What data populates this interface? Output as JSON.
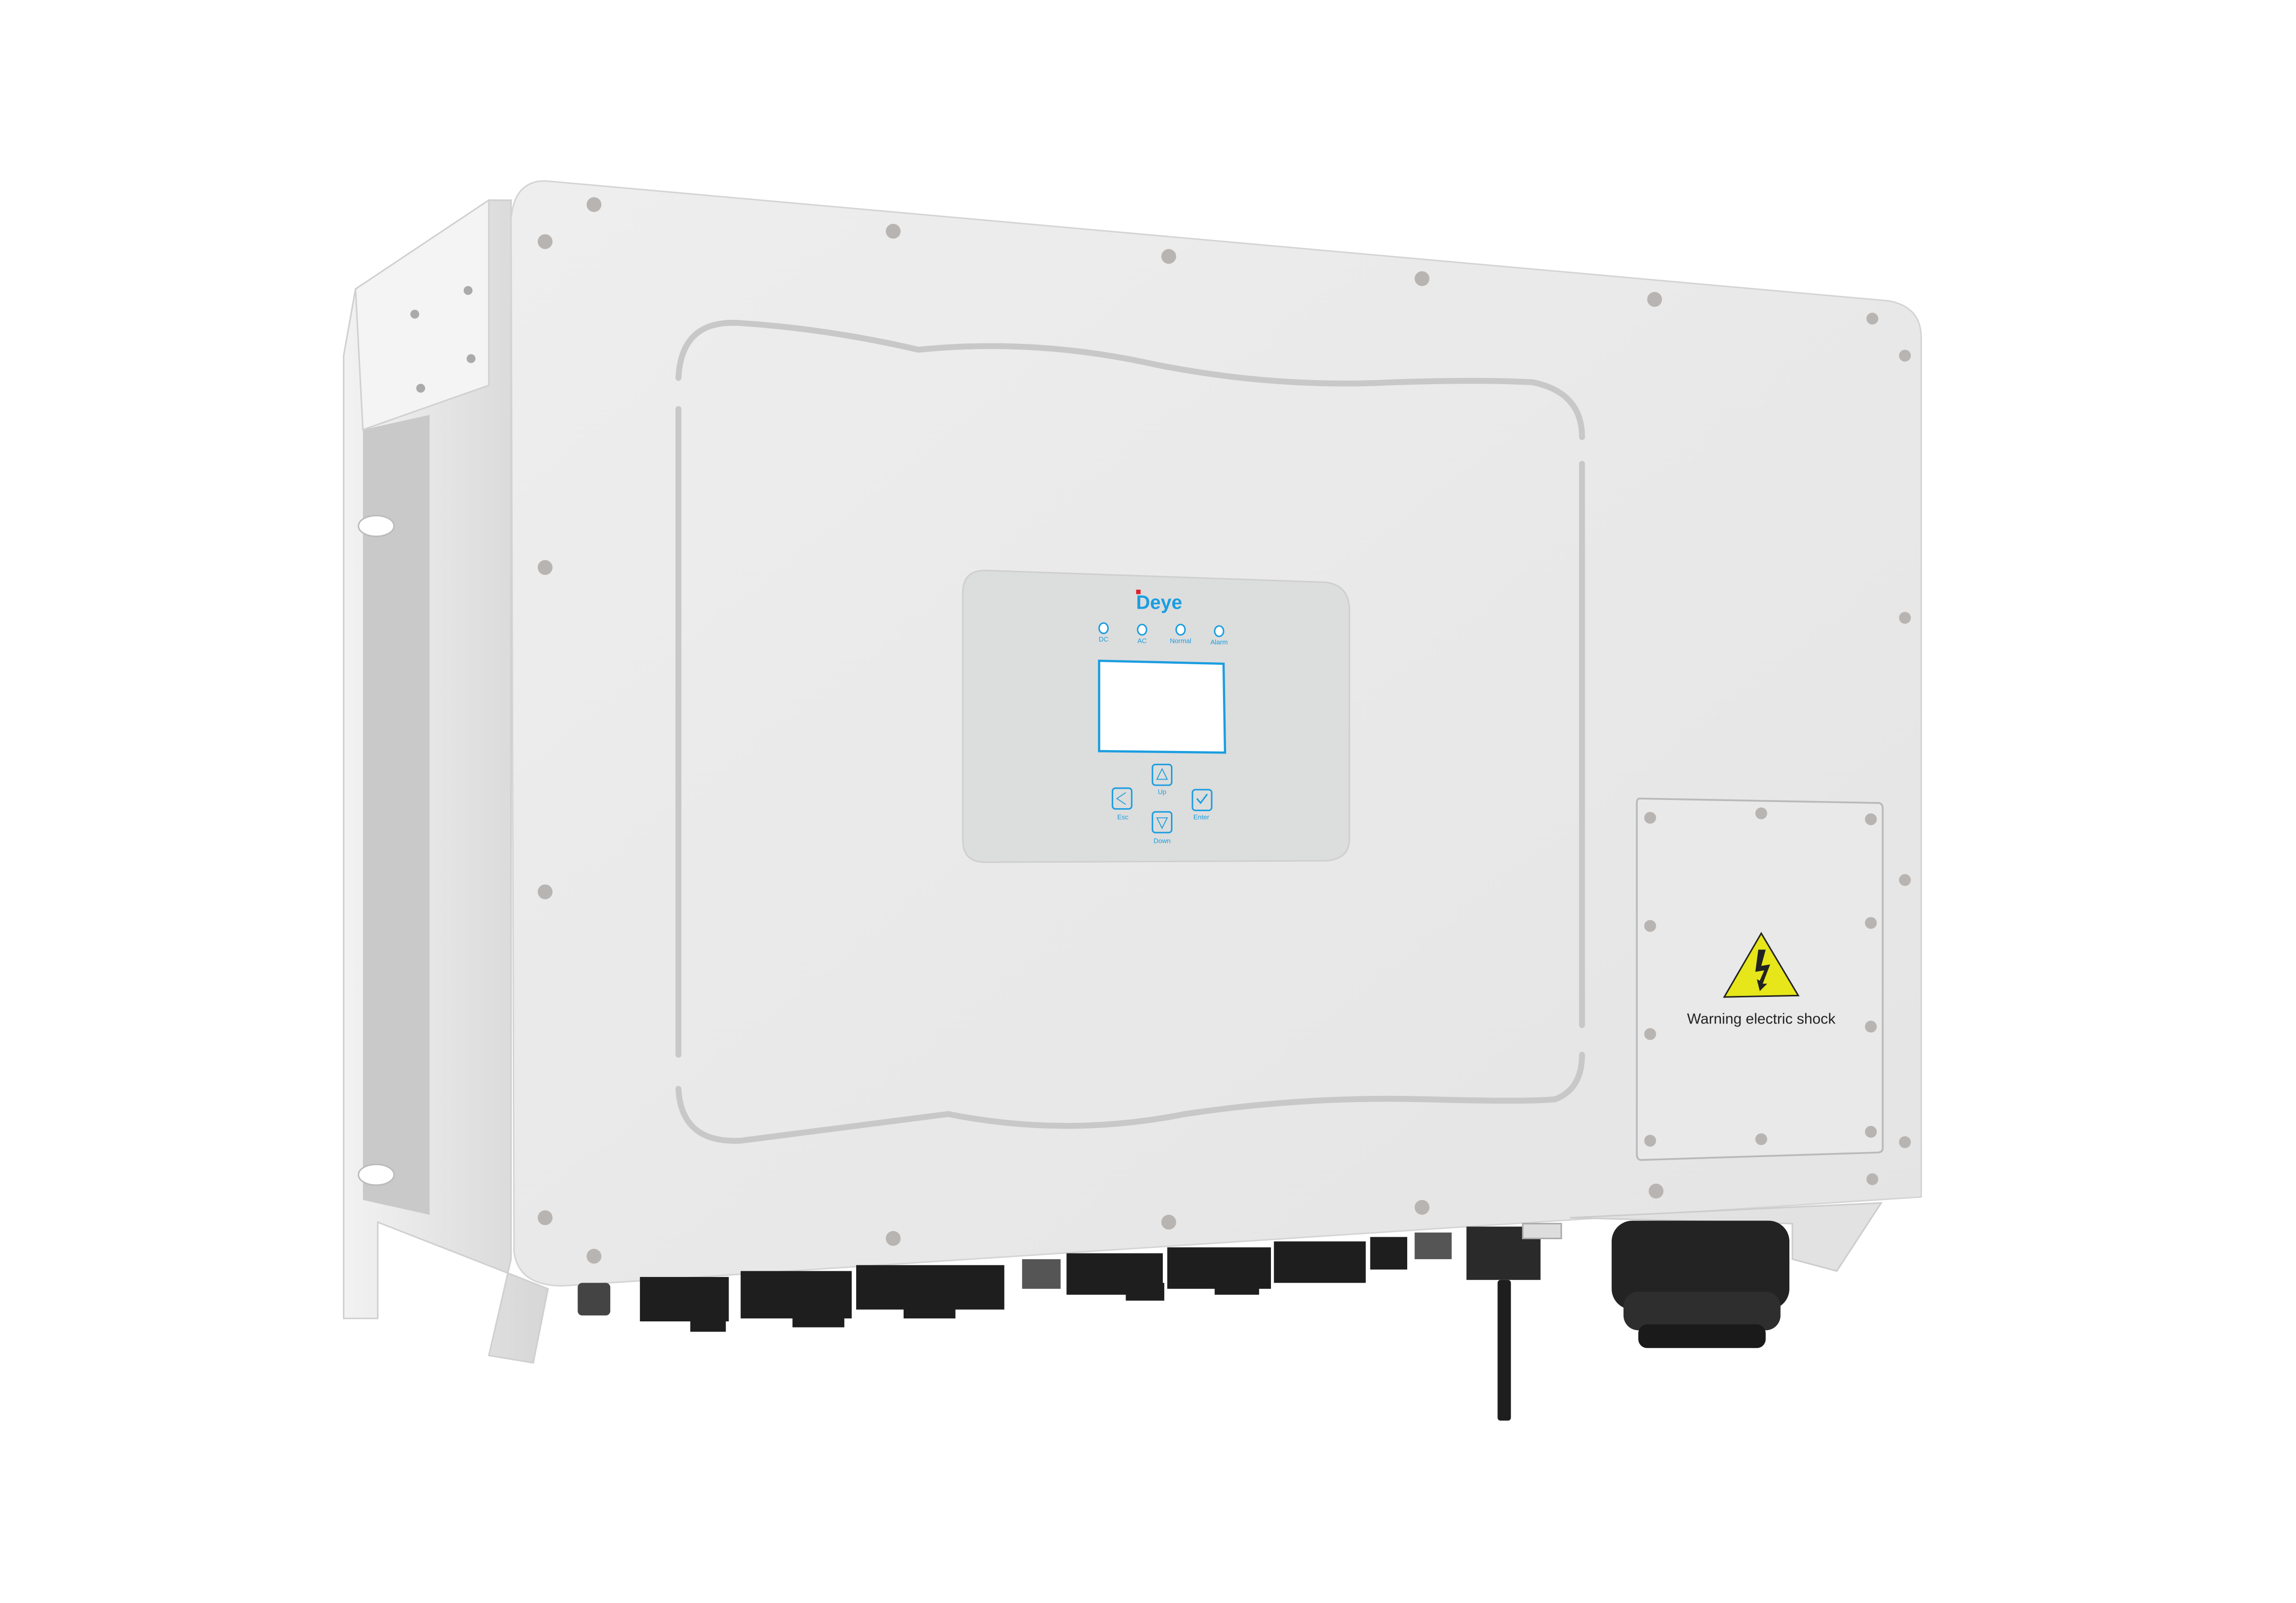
{
  "product": {
    "brand_logo": "Deye",
    "colors": {
      "body": "#e8e8e8",
      "accent_blue": "#1a9de0",
      "logo_red": "#e0202a",
      "warning_yellow": "#e6e61a",
      "connector_black": "#1e1e1e"
    }
  },
  "display_panel": {
    "indicators": [
      {
        "label": "DC"
      },
      {
        "label": "AC"
      },
      {
        "label": "Normal"
      },
      {
        "label": "Alarm"
      }
    ],
    "buttons": [
      {
        "label": "Up",
        "icon": "triangle-up-icon"
      },
      {
        "label": "Esc",
        "icon": "chevron-left-icon"
      },
      {
        "label": "Enter",
        "icon": "checkmark-icon"
      },
      {
        "label": "Down",
        "icon": "triangle-down-icon"
      }
    ]
  },
  "warning_panel": {
    "icon": "high-voltage-warning-icon",
    "text": "Warning electric shock"
  }
}
